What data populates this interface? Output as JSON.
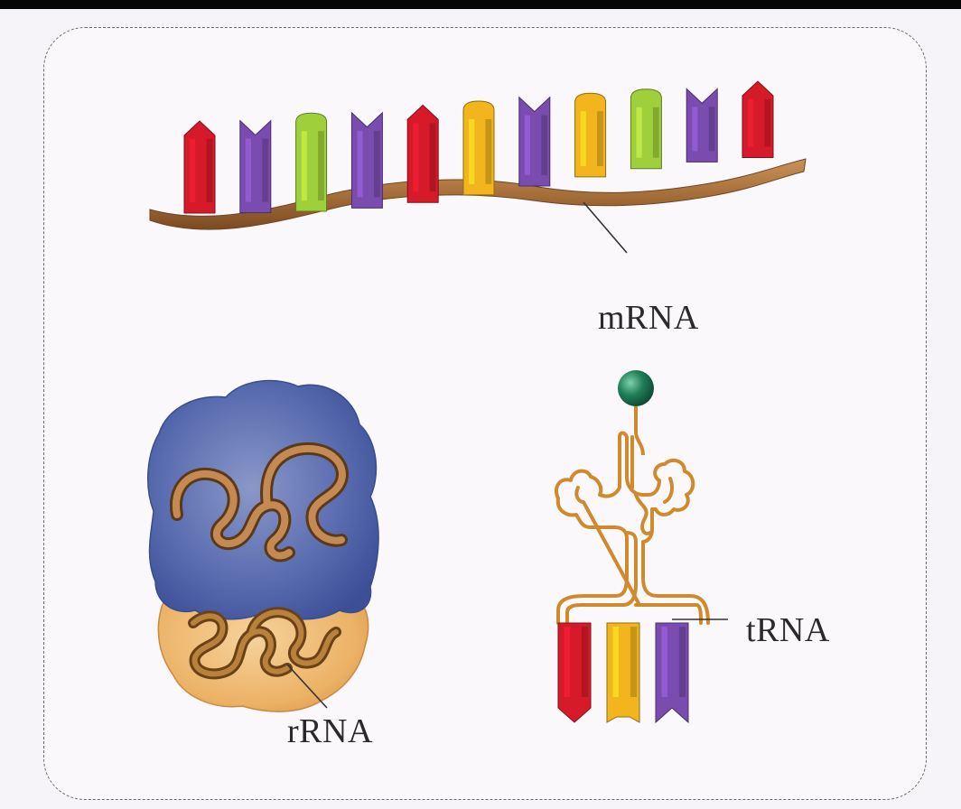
{
  "labels": {
    "mrna": "mRNA",
    "trna": "tRNA",
    "rrna": "rRNA"
  },
  "colors": {
    "red": "#d61a2a",
    "purple": "#7a4cb0",
    "green": "#9fcf3a",
    "yellow": "#f2b51e",
    "backbone": "#a66f3a",
    "ribosome_large": "#4b5fa6",
    "ribosome_small": "#eeb56e",
    "trna_strand": "#d08a2c",
    "amino_acid": "#1f7e58"
  },
  "mrna_bases": [
    "red",
    "purple",
    "green",
    "purple",
    "red",
    "yellow",
    "purple",
    "yellow",
    "green",
    "purple",
    "red"
  ],
  "trna_bases": [
    "red",
    "yellow",
    "purple"
  ]
}
